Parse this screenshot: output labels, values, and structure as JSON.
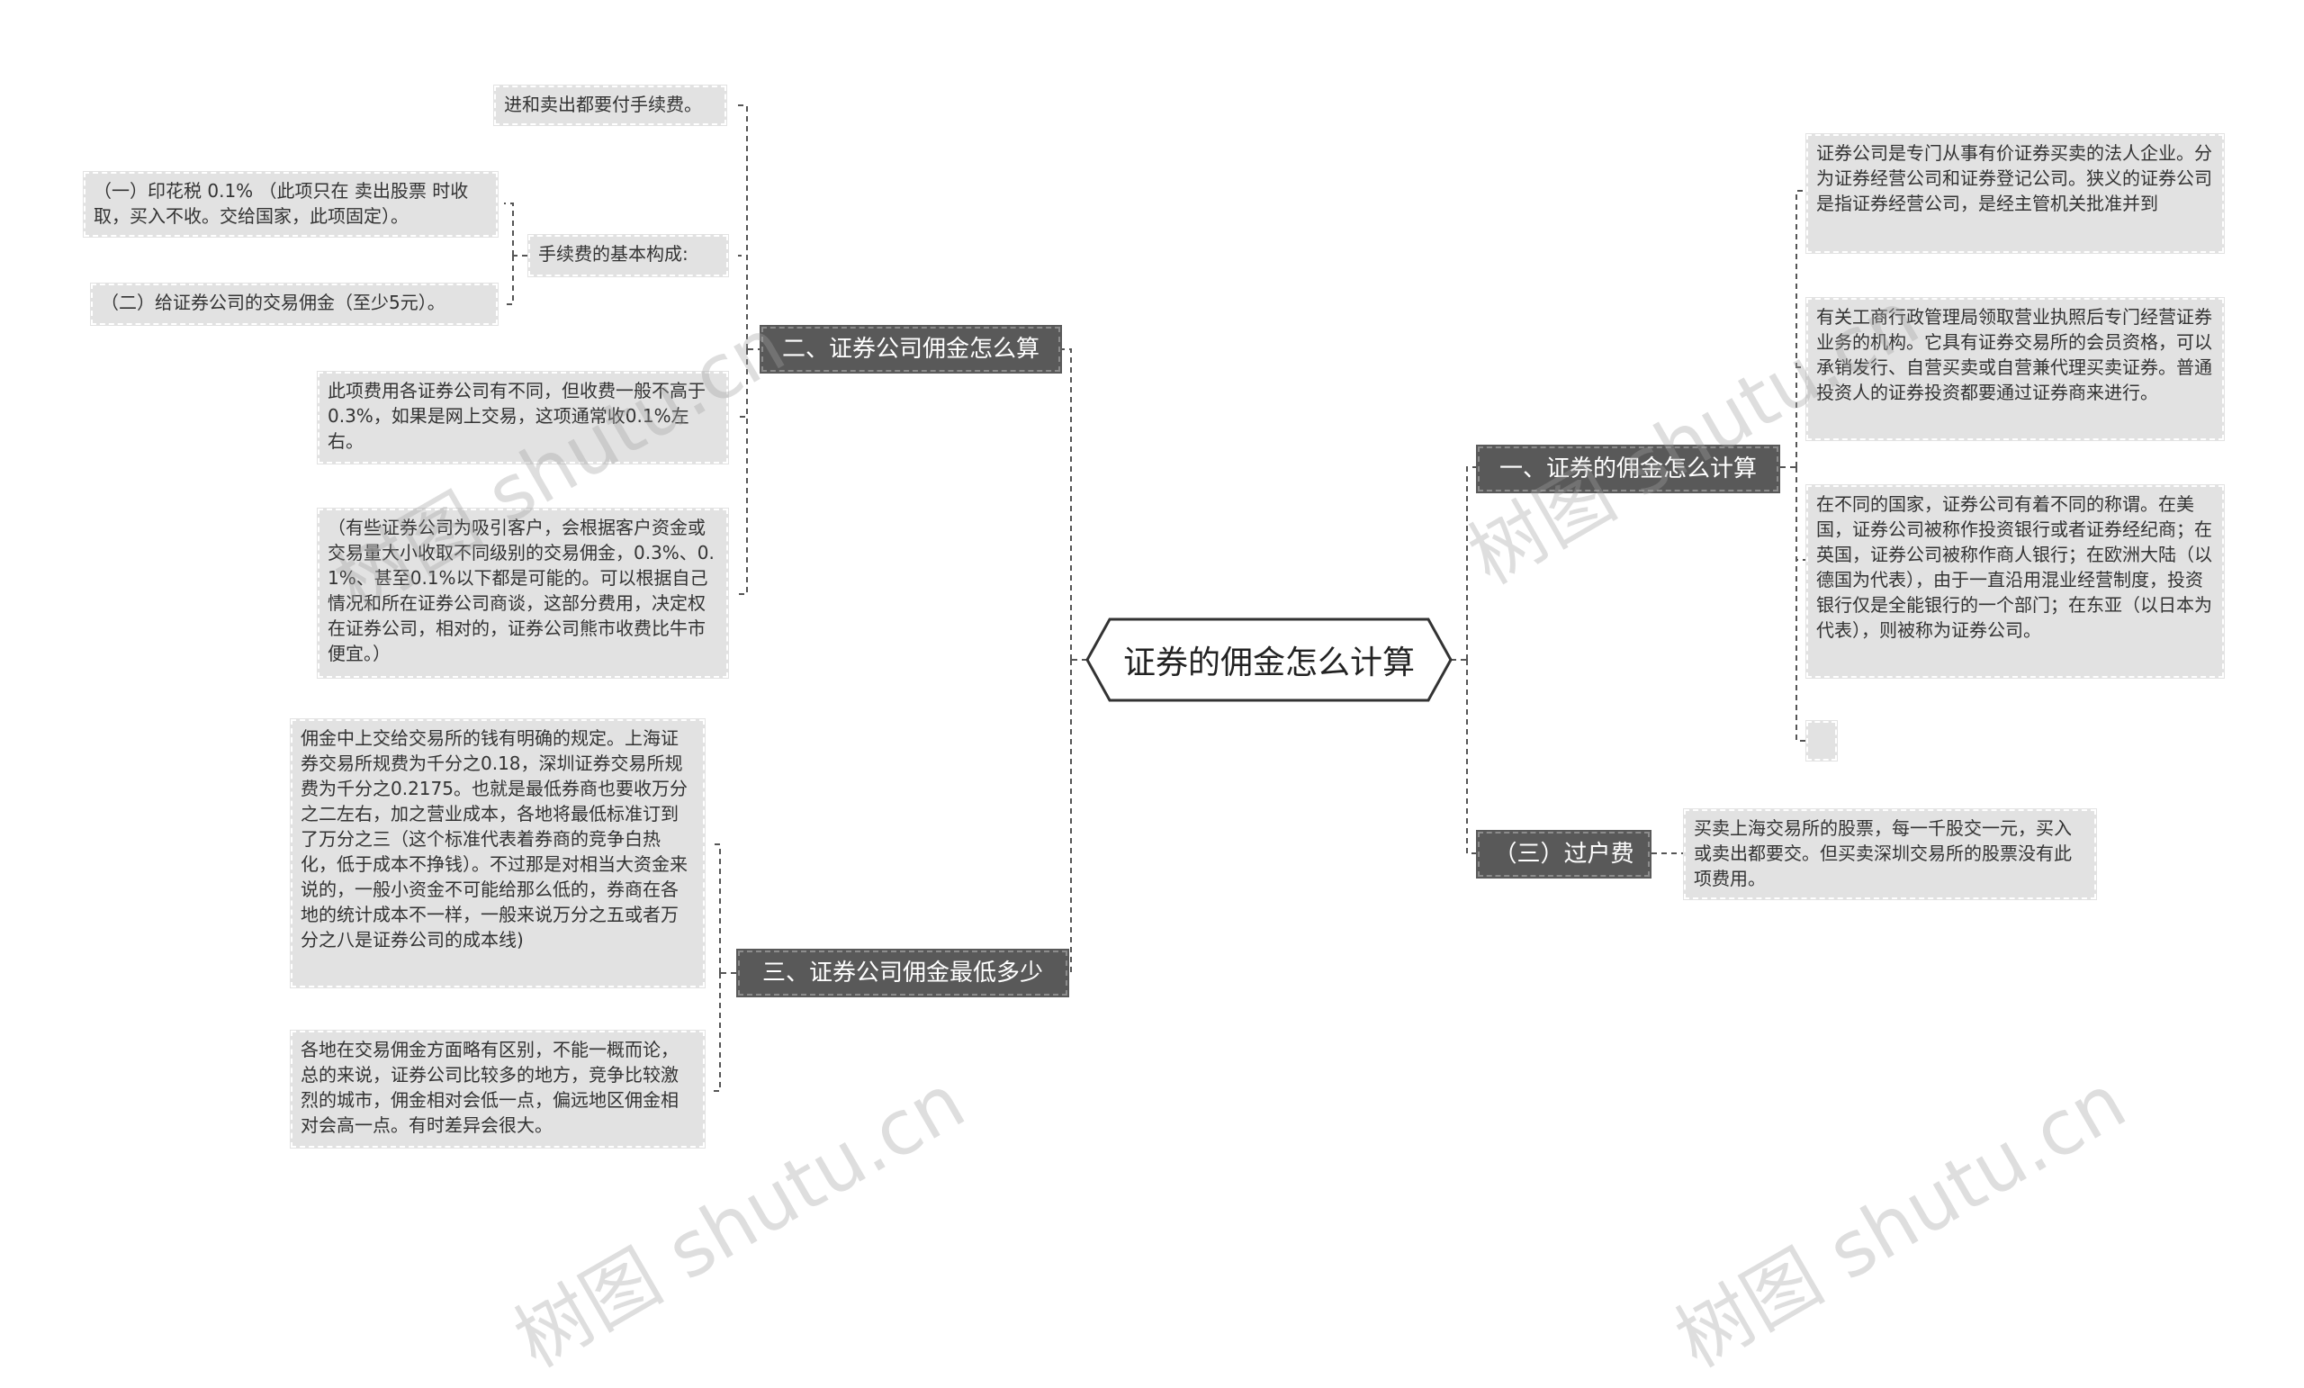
{
  "root": {
    "label": "证券的佣金怎么计算"
  },
  "branches": {
    "b1": {
      "label": "一、证券的佣金怎么计算"
    },
    "b2": {
      "label": "二、证券公司佣金怎么算"
    },
    "b3": {
      "label": "三、证券公司佣金最低多少"
    },
    "b4": {
      "label": "（三）过户费"
    },
    "fee": {
      "label": "手续费的基本构成:"
    }
  },
  "leaves": {
    "l1": "证券公司是专门从事有价证券买卖的法人企业。分为证券经营公司和证券登记公司。狭义的证券公司是指证券经营公司，是经主管机关批准并到",
    "l2": "有关工商行政管理局领取营业执照后专门经营证券业务的机构。它具有证券交易所的会员资格，可以承销发行、自营买卖或自营兼代理买卖证券。普通投资人的证券投资都要通过证券商来进行。",
    "l3": "在不同的国家，证券公司有着不同的称谓。在美国，证券公司被称作投资银行或者证券经纪商；在英国，证券公司被称作商人银行；在欧洲大陆（以德国为代表），由于一直沿用混业经营制度，投资银行仅是全能银行的一个部门；在东亚（以日本为代表），则被称为证券公司。",
    "l4": "",
    "l5": "买卖上海交易所的股票，每一千股交一元，买入或卖出都要交。但买卖深圳交易所的股票没有此项费用。",
    "l6": "进和卖出都要付手续费。",
    "l7": "（一）印花税 0.1% （此项只在 卖出股票 时收取，买入不收。交给国家，此项固定）。",
    "l8": "（二）给证券公司的交易佣金（至少5元）。",
    "l9": "此项费用各证券公司有不同，但收费一般不高于0.3%，如果是网上交易，这项通常收0.1%左右。",
    "l10": "（有些证券公司为吸引客户，会根据客户资金或交易量大小收取不同级别的交易佣金，0.3%、0.1%、甚至0.1%以下都是可能的。可以根据自己情况和所在证券公司商谈，这部分费用，决定权在证券公司，相对的，证券公司熊市收费比牛市便宜。）",
    "l11": "佣金中上交给交易所的钱有明确的规定。上海证券交易所规费为千分之0.18，深圳证券交易所规费为千分之0.2175。也就是最低券商也要收万分之二左右，加之营业成本，各地将最低标准订到了万分之三（这个标准代表着券商的竞争白热化，低于成本不挣钱）。不过那是对相当大资金来说的，一般小资金不可能给那么低的，券商在各地的统计成本不一样，一般来说万分之五或者万分之八是证券公司的成本线)",
    "l12": "各地在交易佣金方面略有区别，不能一概而论，总的来说，证券公司比较多的地方，竞争比较激烈的城市，佣金相对会低一点，偏远地区佣金相对会高一点。有时差异会很大。"
  },
  "watermarks": [
    "树图 shutu.cn",
    "树图 shutu.cn",
    "树图 shutu.cn",
    "树图 shutu.cn"
  ],
  "colors": {
    "branch_bg": "#595959",
    "leaf_bg": "#e2e2e2",
    "line": "#555555"
  }
}
